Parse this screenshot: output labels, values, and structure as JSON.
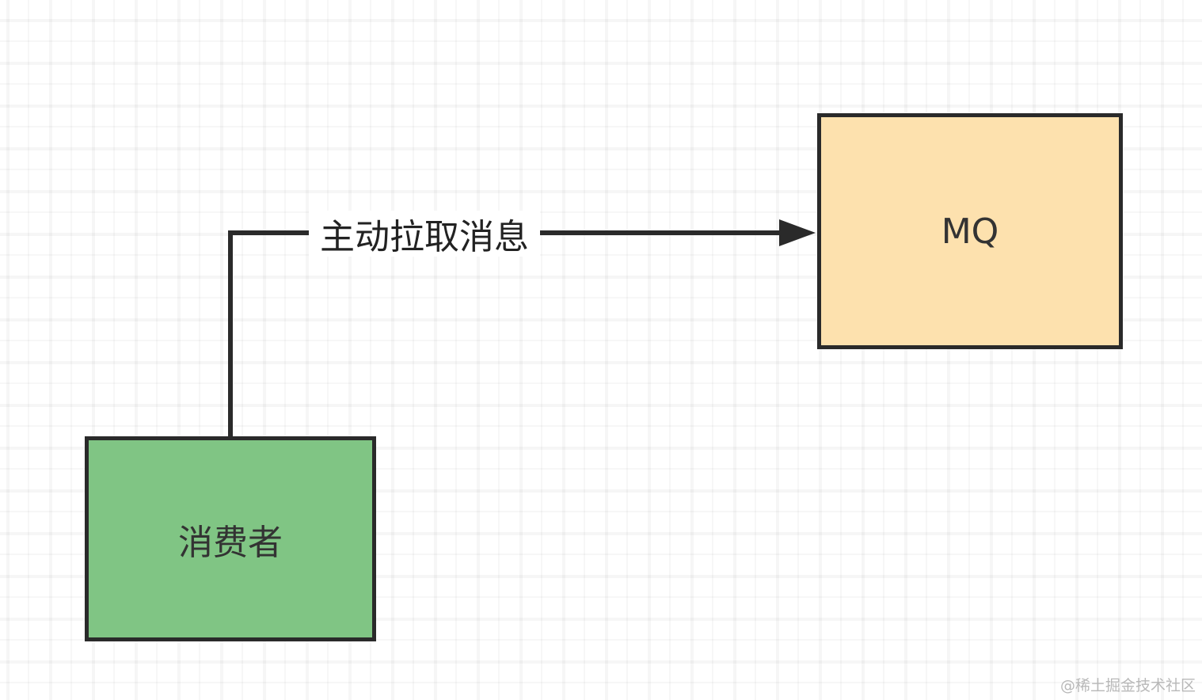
{
  "nodes": {
    "mq": {
      "label": "MQ",
      "fill": "#fde1ae"
    },
    "consumer": {
      "label": "消费者",
      "fill": "#80c584"
    }
  },
  "edges": [
    {
      "from": "consumer",
      "to": "mq",
      "label": "主动拉取消息"
    }
  ],
  "watermark": "@稀土掘金技术社区",
  "colors": {
    "stroke": "#2a2a2a",
    "background": "#ffffff"
  }
}
